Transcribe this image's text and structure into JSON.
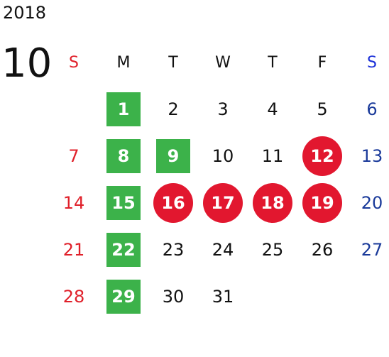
{
  "year": "2018",
  "month": "10",
  "weekdays": [
    "S",
    "M",
    "T",
    "W",
    "T",
    "F",
    "S"
  ],
  "days": [
    {
      "n": "",
      "t": "empty"
    },
    {
      "n": "1",
      "t": "green"
    },
    {
      "n": "2",
      "t": "plain"
    },
    {
      "n": "3",
      "t": "plain"
    },
    {
      "n": "4",
      "t": "plain"
    },
    {
      "n": "5",
      "t": "plain"
    },
    {
      "n": "6",
      "t": "plain"
    },
    {
      "n": "7",
      "t": "plain"
    },
    {
      "n": "8",
      "t": "green"
    },
    {
      "n": "9",
      "t": "green"
    },
    {
      "n": "10",
      "t": "plain"
    },
    {
      "n": "11",
      "t": "plain"
    },
    {
      "n": "12",
      "t": "red"
    },
    {
      "n": "13",
      "t": "plain"
    },
    {
      "n": "14",
      "t": "plain"
    },
    {
      "n": "15",
      "t": "green"
    },
    {
      "n": "16",
      "t": "red"
    },
    {
      "n": "17",
      "t": "red"
    },
    {
      "n": "18",
      "t": "red"
    },
    {
      "n": "19",
      "t": "red"
    },
    {
      "n": "20",
      "t": "plain"
    },
    {
      "n": "21",
      "t": "plain"
    },
    {
      "n": "22",
      "t": "green"
    },
    {
      "n": "23",
      "t": "plain"
    },
    {
      "n": "24",
      "t": "plain"
    },
    {
      "n": "25",
      "t": "plain"
    },
    {
      "n": "26",
      "t": "plain"
    },
    {
      "n": "27",
      "t": "plain"
    },
    {
      "n": "28",
      "t": "plain"
    },
    {
      "n": "29",
      "t": "green"
    },
    {
      "n": "30",
      "t": "plain"
    },
    {
      "n": "31",
      "t": "plain"
    }
  ],
  "colors": {
    "green_highlight": "#3cb24a",
    "red_event": "#e2172f",
    "sunday": "#e0202a",
    "saturday_header": "#1a2fd8",
    "saturday": "#1a3a9a"
  }
}
